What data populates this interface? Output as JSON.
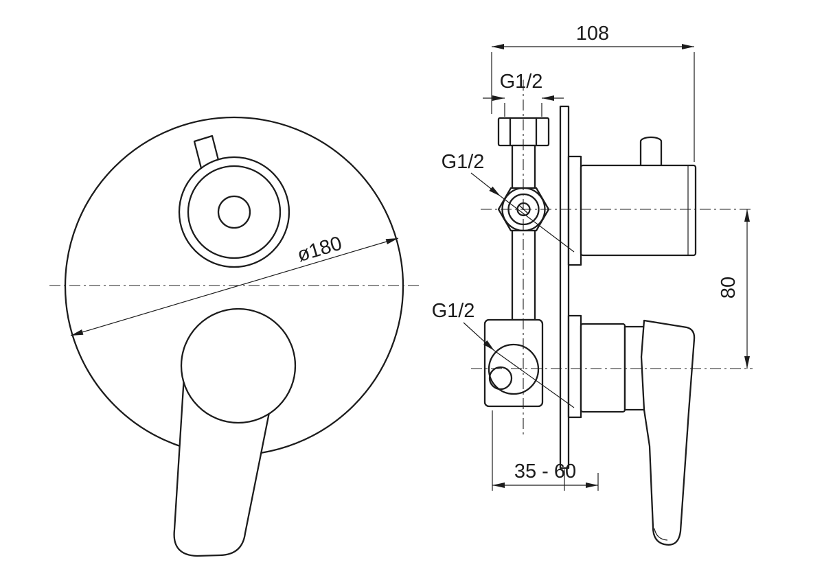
{
  "drawing": {
    "background": "#ffffff",
    "line_color": "#1c1c1c",
    "labels": {
      "overall_depth": "108",
      "thread_top": "G1/2",
      "thread_inlet": "G1/2",
      "thread_outlet": "G1/2",
      "plate_diameter": "ø180",
      "port_spacing": "80",
      "mounting_depth_range": "35 - 60"
    }
  }
}
